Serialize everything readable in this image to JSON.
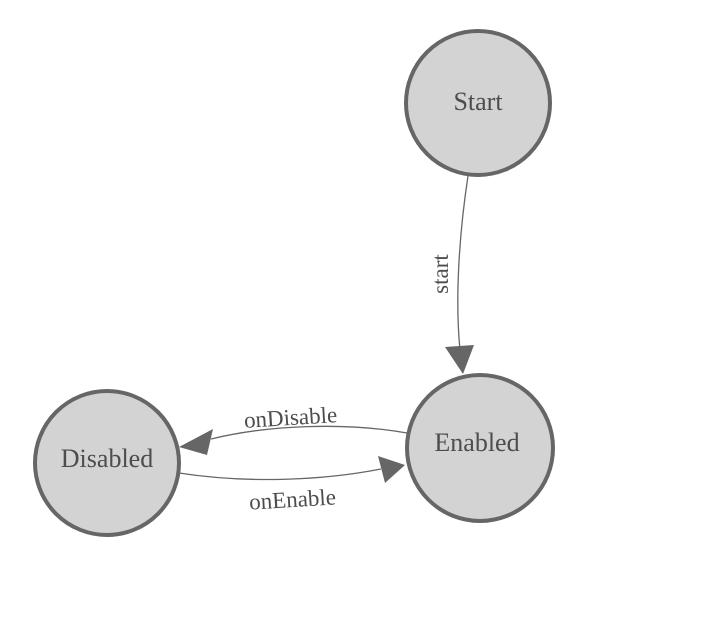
{
  "diagram": {
    "kind": "state-diagram",
    "colors": {
      "background": "#ffffff",
      "node_fill": "#d3d3d3",
      "node_stroke": "#666666",
      "edge_stroke": "#666666",
      "arrow_fill": "#666666",
      "label_text": "#4d4d4d"
    },
    "nodes": [
      {
        "id": "start",
        "label": "Start"
      },
      {
        "id": "enabled",
        "label": "Enabled"
      },
      {
        "id": "disabled",
        "label": "Disabled"
      }
    ],
    "edges": [
      {
        "from": "Start",
        "to": "Enabled",
        "label": "start"
      },
      {
        "from": "Enabled",
        "to": "Disabled",
        "label": "onDisable"
      },
      {
        "from": "Disabled",
        "to": "Enabled",
        "label": "onEnable"
      }
    ]
  }
}
